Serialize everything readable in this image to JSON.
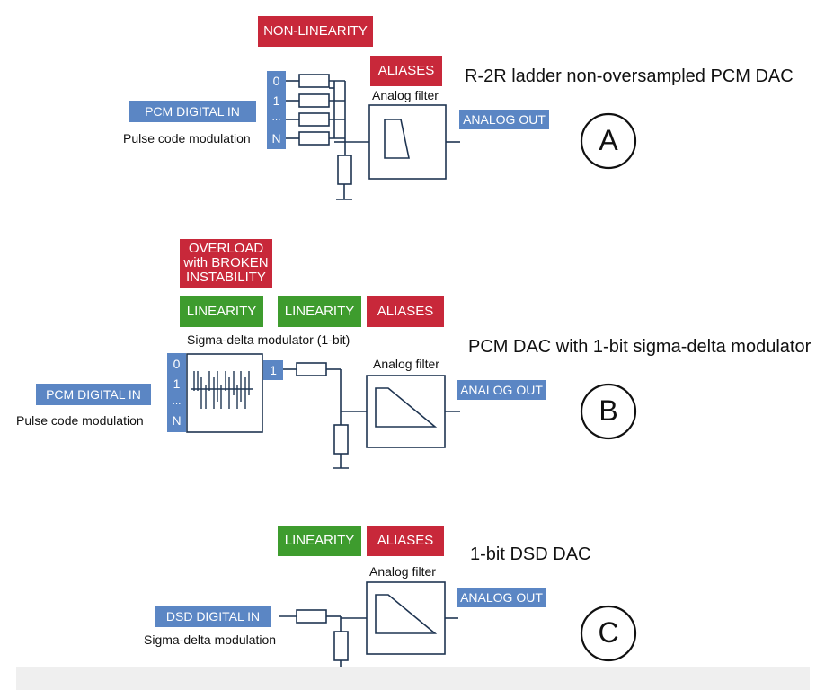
{
  "section_a": {
    "non_linearity": "NON-LINEARITY",
    "aliases": "ALIASES",
    "title": "R-2R ladder non-oversampled PCM DAC",
    "analog_filter": "Analog filter",
    "analog_out": "ANALOG OUT",
    "digital_in": "PCM DIGITAL IN",
    "modulation": "Pulse code modulation",
    "bits": [
      "0",
      "1",
      "...",
      "N"
    ],
    "circle": "A"
  },
  "section_b": {
    "overload": "OVERLOAD with BROKEN INSTABILITY",
    "linearity_1": "LINEARITY",
    "linearity_2": "LINEARITY",
    "aliases": "ALIASES",
    "modulator_label": "Sigma-delta modulator (1-bit)",
    "title": "PCM DAC with 1-bit sigma-delta modulator",
    "analog_filter": "Analog filter",
    "analog_out": "ANALOG OUT",
    "digital_in": "PCM DIGITAL IN",
    "modulation": "Pulse code modulation",
    "bits": [
      "0",
      "1",
      "...",
      "N"
    ],
    "one_bit": "1",
    "circle": "B"
  },
  "section_c": {
    "linearity": "LINEARITY",
    "aliases": "ALIASES",
    "title": "1-bit DSD DAC",
    "analog_filter": "Analog filter",
    "analog_out": "ANALOG OUT",
    "digital_in": "DSD DIGITAL IN",
    "modulation": "Sigma-delta modulation",
    "circle": "C"
  },
  "colors": {
    "red": "#c8283a",
    "green": "#3e9c2e",
    "blue": "#5b86c4",
    "line": "#1f3552"
  }
}
